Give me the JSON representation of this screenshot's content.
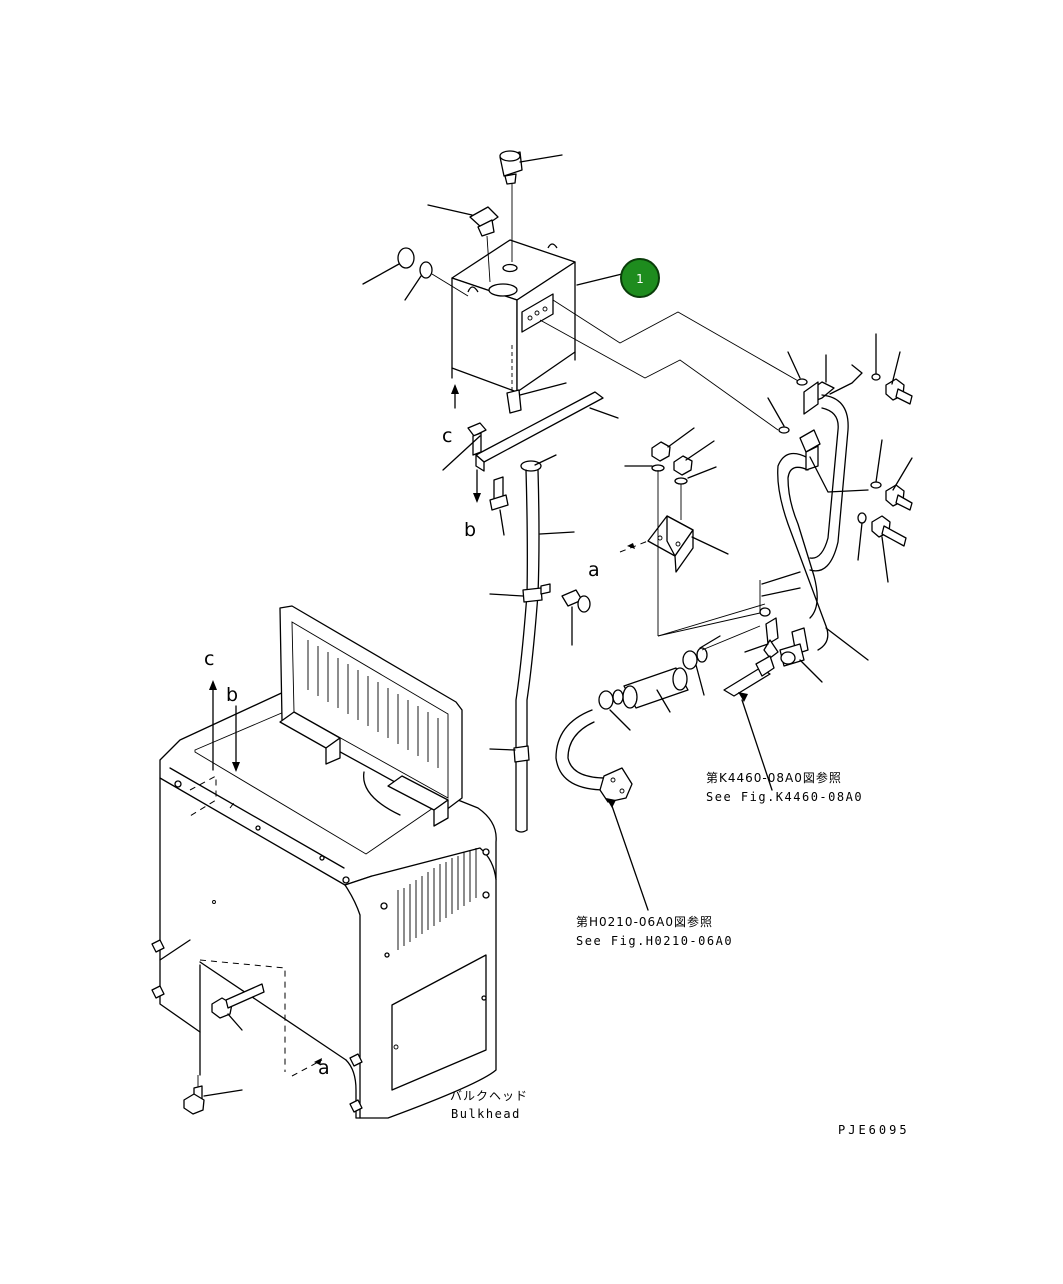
{
  "callout": {
    "number": "1",
    "fill": "#1e8c1e",
    "ring": "#0a3d0a"
  },
  "letters": {
    "a": "a",
    "b": "b",
    "c": "c"
  },
  "refs": {
    "k4460_jp": "第K4460-08A0図参照",
    "k4460_en": "See Fig.K4460-08A0",
    "h0210_jp": "第H0210-06A0図参照",
    "h0210_en": "See Fig.H0210-06A0"
  },
  "bulkhead": {
    "jp": "バルクヘッド",
    "en": "Bulkhead"
  },
  "drawing_code": "PJE6095"
}
